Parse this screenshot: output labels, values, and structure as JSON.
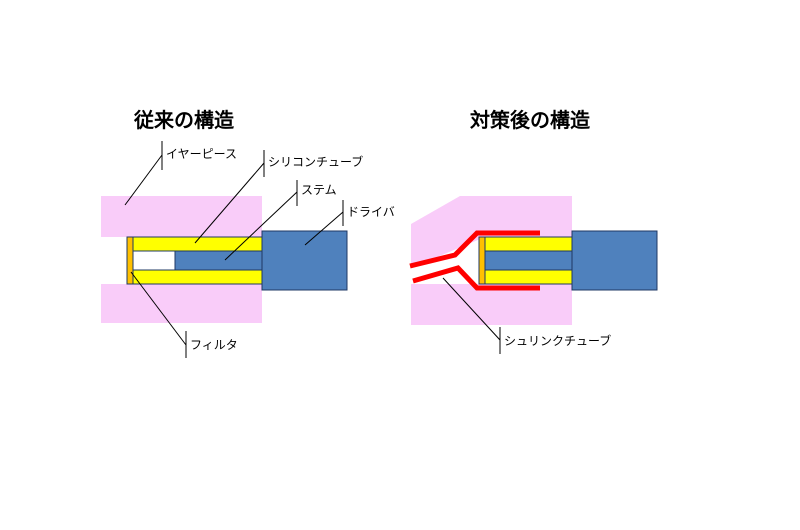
{
  "titles": {
    "conventional": "従来の構造",
    "improved": "対策後の構造"
  },
  "labels": {
    "earpiece": "イヤーピース",
    "silicone_tube": "シリコンチューブ",
    "stem": "ステム",
    "driver": "ドライバ",
    "filter": "フィルタ",
    "shrink_tube": "シュリンクチューブ"
  },
  "colors": {
    "earpiece": "#f9ccf9",
    "tube": "#ffff00",
    "stem": "#4f81bd",
    "driver": "#4f81bd",
    "filter": "#ffc000",
    "shrink_tube": "#ff0000",
    "outline": "#1f3864"
  }
}
